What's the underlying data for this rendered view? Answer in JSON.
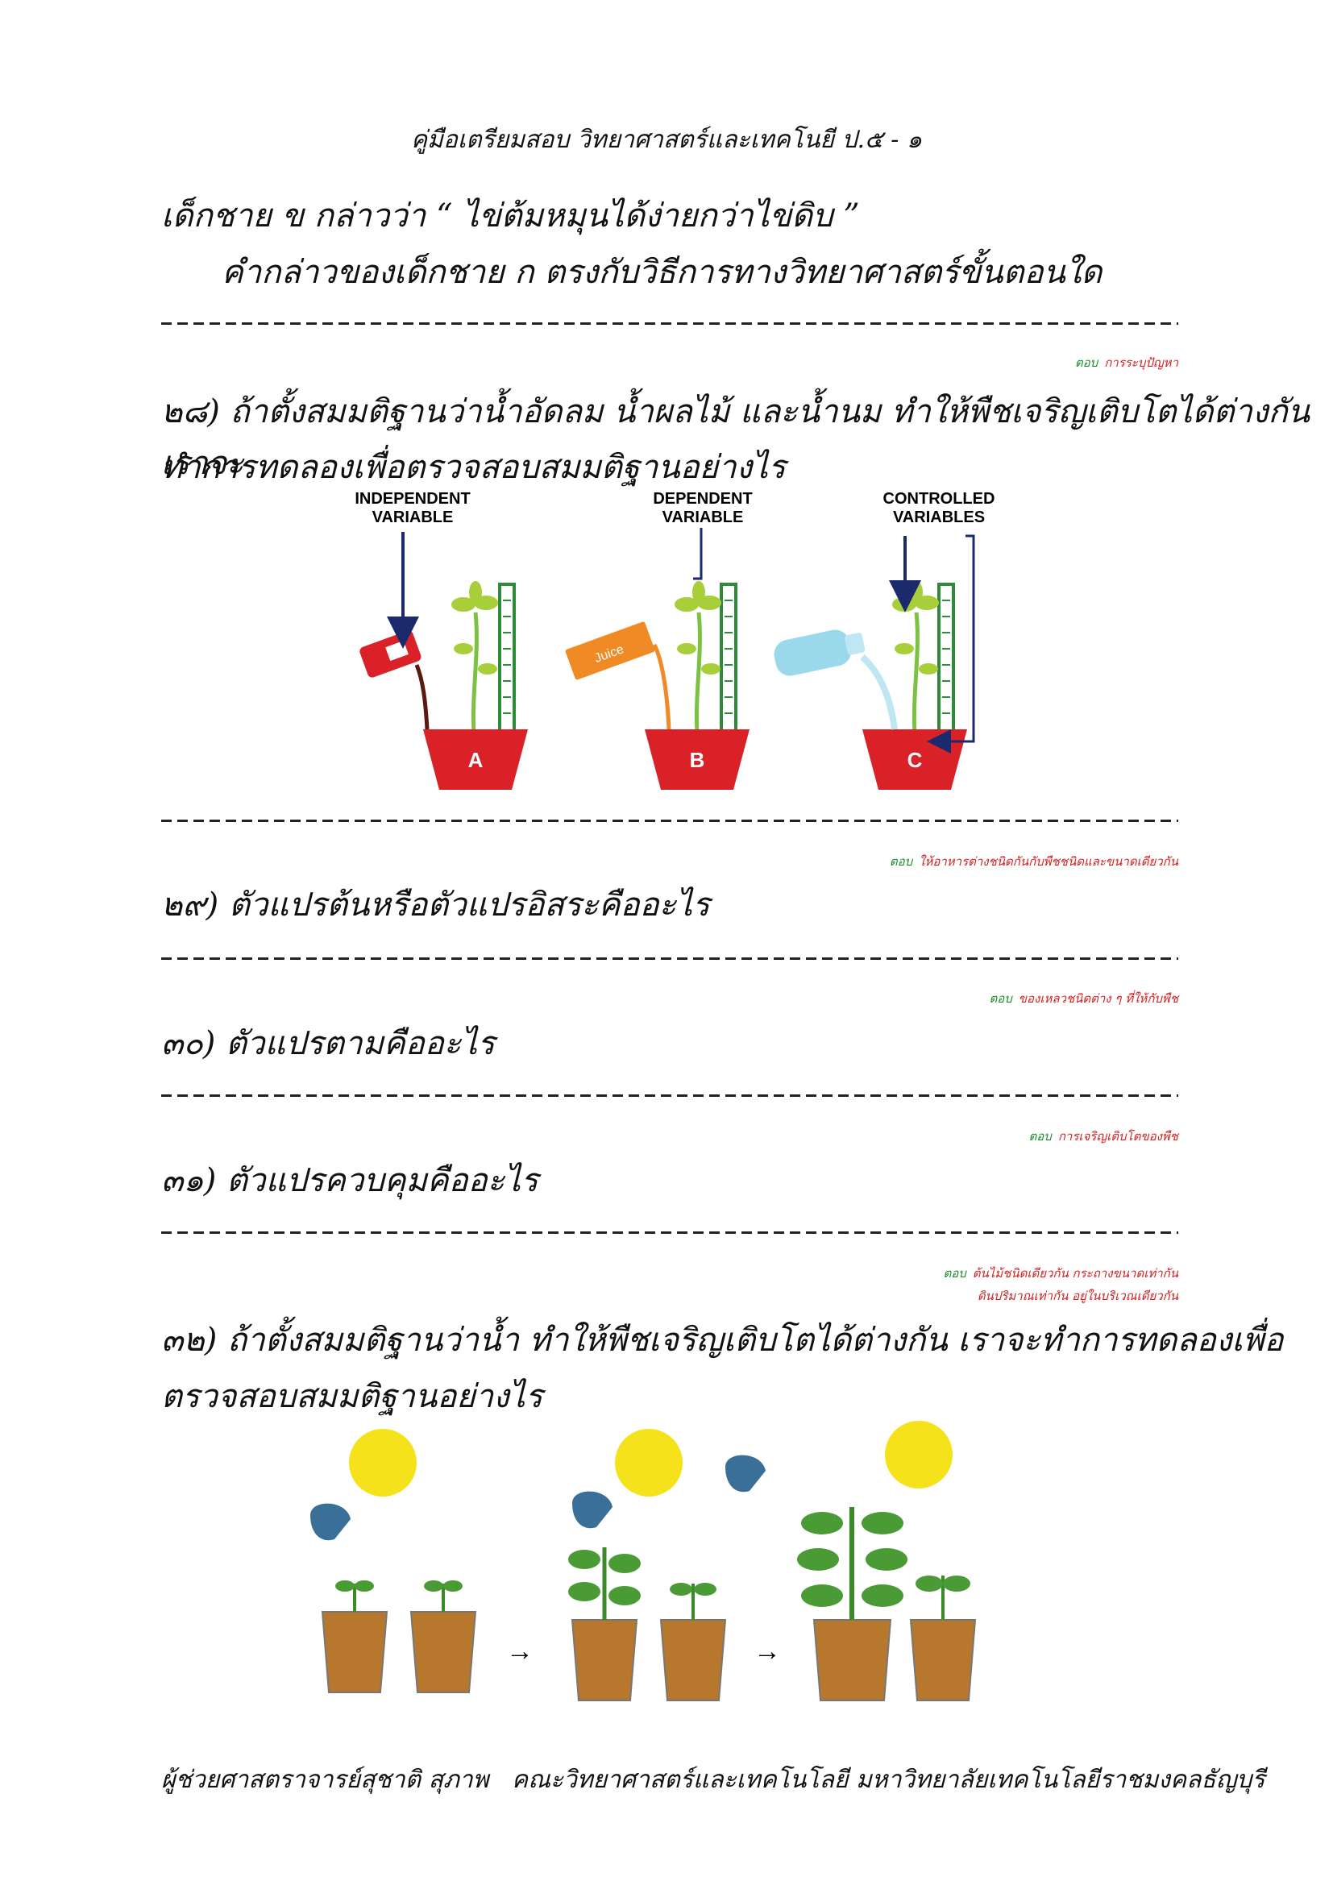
{
  "header": "คู่มือเตรียมสอบ วิทยาศาสตร์และเทคโนยี ป.๕ - ๑",
  "intro": {
    "line1": "เด็กชาย ข กล่าวว่า “ ไข่ต้มหมุนได้ง่ายกว่าไข่ดิบ ”",
    "line2": "คำกล่าวของเด็กชาย ก ตรงกับวิธีการทางวิทยาศาสตร์ขั้นตอนใด"
  },
  "answer_label": "ตอบ",
  "answers": {
    "a27": "การระบุปัญหา",
    "a28": "ให้อาหารต่างชนิดกันกับพืชชนิดและขนาดเดียวกัน",
    "a29": "ของเหลวชนิดต่าง ๆ ที่ให้กับพืช",
    "a30": "การเจริญเติบโตของพืช",
    "a31_line1": "ต้นไม้ชนิดเดียวกัน กระถางขนาดเท่ากัน",
    "a31_line2": "ดินปริมาณเท่ากัน อยู่ในบริเวณเดียวกัน"
  },
  "q28": {
    "line1": "๒๘) ถ้าตั้งสมมติฐานว่าน้ำอัดลม น้ำผลไม้ และน้ำนม ทำให้พืชเจริญเติบโตได้ต่างกัน เราจะ",
    "line2": "ทำการทดลองเพื่อตรวจสอบสมมติฐานอย่างไร"
  },
  "figure1": {
    "label_independent_1": "INDEPENDENT",
    "label_independent_2": "VARIABLE",
    "label_dependent_1": "DEPENDENT",
    "label_dependent_2": "VARIABLE",
    "label_controlled_1": "CONTROLLED",
    "label_controlled_2": "VARIABLES",
    "pot_a": "A",
    "pot_b": "B",
    "pot_c": "C",
    "juice": "Juice",
    "colors": {
      "pot": "#d92127",
      "arrow": "#1a2a6c",
      "stem": "#7cc242",
      "ruler": "#2e8b3a"
    }
  },
  "q29": "๒๙) ตัวแปรต้นหรือตัวแปรอิสระคืออะไร",
  "q30": "๓๐) ตัวแปรตามคืออะไร",
  "q31": "๓๑) ตัวแปรควบคุมคืออะไร",
  "q32": {
    "line1": "๓๒) ถ้าตั้งสมมติฐานว่าน้ำ ทำให้พืชเจริญเติบโตได้ต่างกัน เราจะทำการทดลองเพื่อ",
    "line2": "ตรวจสอบสมมติฐานอย่างไร"
  },
  "footer": {
    "author": "ผู้ช่วยศาสตราจารย์สุชาติ สุภาพ",
    "affiliation": "คณะวิทยาศาสตร์และเทคโนโลยี มหาวิทยาลัยเทคโนโลยีราชมงคลธัญบุรี"
  }
}
